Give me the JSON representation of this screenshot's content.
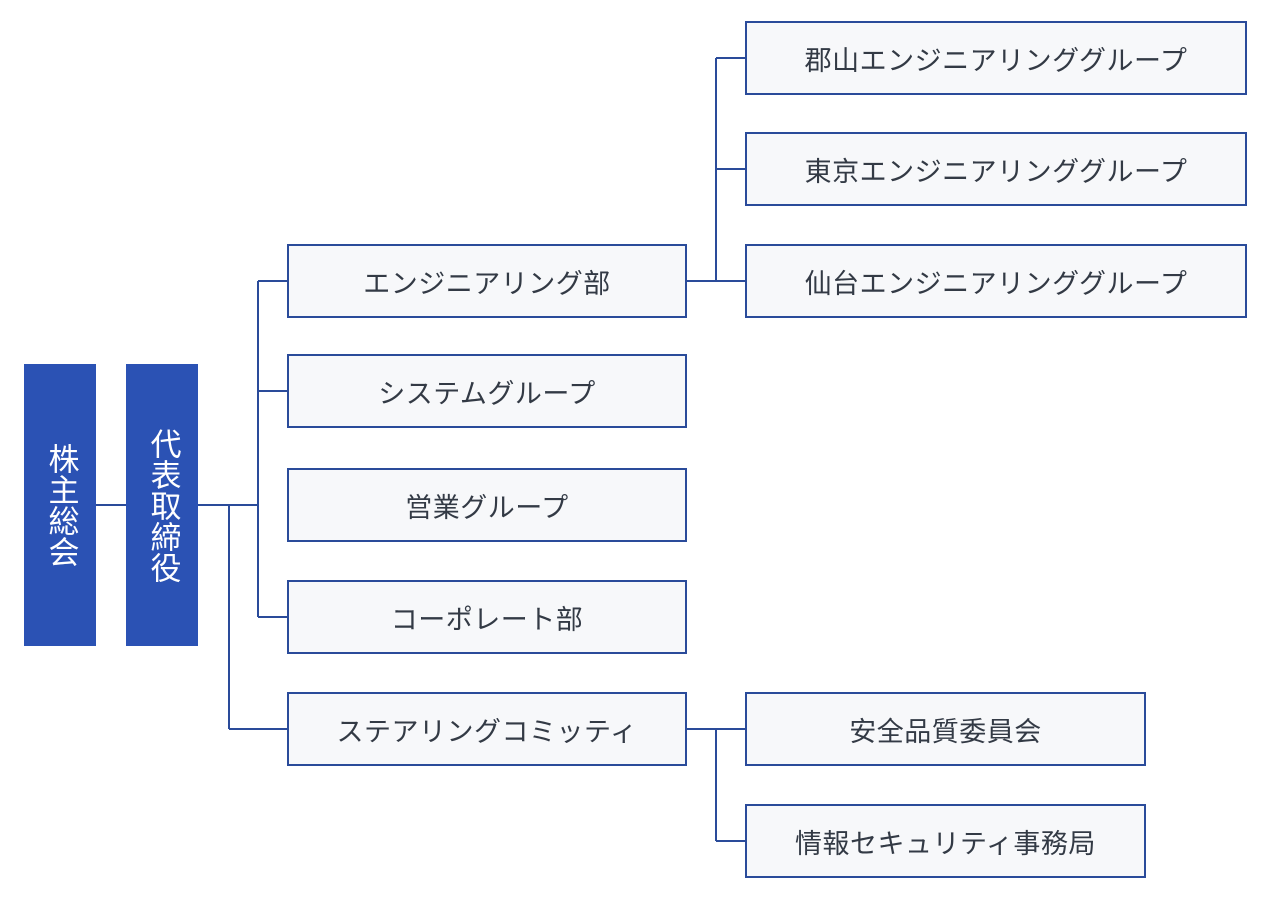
{
  "colors": {
    "primary_fill": "#2b52b4",
    "line": "#2a4b9a",
    "box_fill": "#f7f8fa",
    "box_text": "#333a45"
  },
  "org": {
    "shareholders": "株主総会",
    "representative": "代表取締役",
    "departments": {
      "engineering": "エンジニアリング部",
      "system": "システムグループ",
      "sales": "営業グループ",
      "corporate": "コーポレート部",
      "steering": "ステアリングコミッティ"
    },
    "engineering_groups": {
      "koriyama": "郡山エンジニアリンググループ",
      "tokyo": "東京エンジニアリンググループ",
      "sendai": "仙台エンジニアリンググループ"
    },
    "committees": {
      "safety_quality": "安全品質委員会",
      "infosec": "情報セキュリティ事務局"
    }
  }
}
